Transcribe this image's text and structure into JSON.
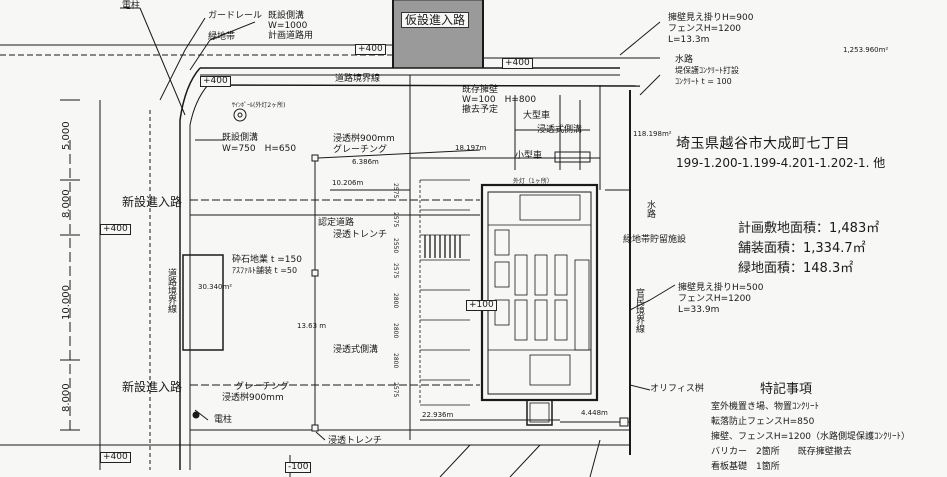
{
  "labels": {
    "denchu_top": "電柱",
    "guardrail": "ガードレール",
    "kisetsu_sokko_top": "既設側溝",
    "w1000": "W=1000",
    "keikaku_doro_yo": "計画道路用",
    "ryokuchitai": "緑地帯",
    "kasetsu_shinnyuro": "仮設進入路",
    "pm400_a": "+400",
    "pm400_b": "+400",
    "pm400_c": "+400",
    "pm400_d": "+400",
    "pm400_e": "+400",
    "pm100_a": "+100",
    "pm100_b": "-100",
    "doro_kyokaisen": "道路境界線",
    "sign_pole": "ｻｲﾝﾎﾟｰﾙ(外灯2ヶ所)",
    "kisetsu_sokko_left": "既設側溝",
    "w750_h650": "W=750　H=650",
    "shinto_masu_900": "浸透桝900mm",
    "grating_top": "グレーチング",
    "dim_6386": "6.386m",
    "dim_10206": "10.206m",
    "dim_18197": "18.197m",
    "kison_yoheki": "既存擁壁",
    "w100_h800": "W=100　H=800",
    "tekkyo_yotei": "撤去予定",
    "daisharin": "大型車",
    "shinto_sokko_top": "浸透式側溝",
    "kosharin": "小型車",
    "gaitou": "外灯（1ヶ所）",
    "shinsetsu_shinnyuro_top": "新設進入路",
    "nintei_doro": "認定道路",
    "shinto_trench_mid": "浸透トレンチ",
    "saiseki": "砕石地業 t =150",
    "asphalt": "ｱｽﾌｧﾙﾄ舗装 t =50",
    "area_30340": "30.340m²",
    "doro_kyokaisen_vert": "道路境界線",
    "dim_1363": "13.63 m",
    "shinto_sokko_mid": "浸透式側溝",
    "shinsetsu_shinnyuro_bot": "新設進入路",
    "grating_bot": "グレーチング",
    "shinto_masu_bot": "浸透桝900mm",
    "denchu_bot": "電柱",
    "dim_22936": "22.936m",
    "dim_4448": "4.448m",
    "shinto_trench_bot": "浸透トレンチ",
    "orifice": "オリフィス桝",
    "chiiki_chosui": "緑地帯貯留施設",
    "kanmin_kyokaisen": "官民境界線",
    "suiro_vert": "水路",
    "dim_5000": "5.000",
    "dim_8000_a": "8.000",
    "dim_10000": "10.000",
    "dim_8000_b": "8.000",
    "area_1253": "1,253.960m²",
    "dim_118": "118.198m²",
    "yoheki_mie_900": "擁壁見え掛りH=900",
    "fence_1200_top": "フェンスH=1200",
    "l_133": "L=13.3m",
    "suiro": "水路",
    "tei_hogo": "堤保護ｺﾝｸﾘｰﾄ打設",
    "concrete_t100": "ｺﾝｸﾘｰﾄ t = 100",
    "yoheki_mie_500": "擁壁見え掛りH=500",
    "fence_1200_mid": "フェンスH=1200",
    "l_339": "L=33.9m",
    "stall_dims": [
      "2575",
      "2575",
      "2550",
      "2575",
      "2800",
      "2800",
      "2800",
      "2575"
    ]
  },
  "site_info": {
    "address": "埼玉県越谷市大成町七丁目",
    "lots": "199-1.200-1.199-4.201-1.202-1. 他",
    "keikaku_shikichi": "計画敷地面積：1,483㎡",
    "hoso_menseki": "舗装面積：1,334.7㎡",
    "ryokuchi_menseki": "緑地面積：148.3㎡"
  },
  "notes": {
    "title": "特記事項",
    "items": [
      "室外機置き場、物置ｺﾝｸﾘｰﾄ",
      "転落防止フェンスH=850",
      "擁壁、フェンスH=1200（水路側堤保護ｺﾝｸﾘｰﾄ）",
      "バリカー　2箇所　　既存擁壁撤去",
      "看板基礎　1箇所"
    ]
  },
  "colors": {
    "ink": "#1a1a1a",
    "paper": "#f7f7f5",
    "temp_road": "#9a9a9a"
  }
}
